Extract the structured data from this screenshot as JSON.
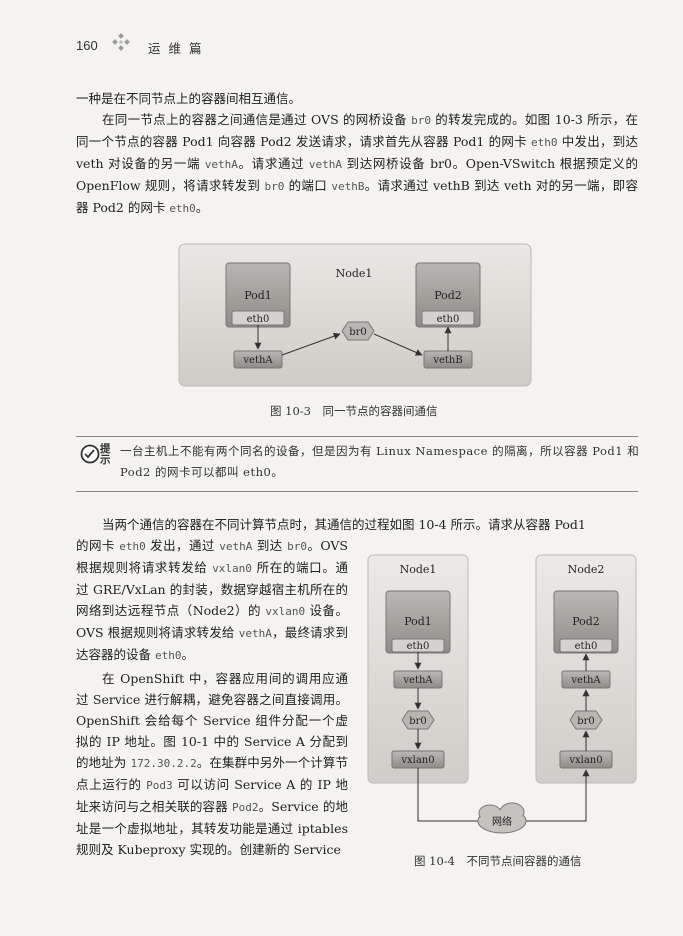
{
  "header": {
    "page_number": "160",
    "section": "运维篇"
  },
  "para1": "一种是在不同节点上的容器间相互通信。",
  "para2": {
    "t1": "在同一节点上的容器之间通信是通过 OVS 的网桥设备 ",
    "br0": "br0",
    "t2": " 的转发完成的。如图 10-3 所示，在同一个节点的容器 Pod1 向容器 Pod2 发送请求，请求首先从容器 Pod1 的网卡 ",
    "eth0": "eth0",
    "t3": " 中发出，到达 veth 对设备的另一端 ",
    "vethA": "vethA",
    "t4": "。请求通过 ",
    "vethA2": "vethA",
    "t5": " 到达网桥设备 br0。Open-VSwitch 根据预定义的 OpenFlow 规则，将请求转发到 ",
    "br0b": "br0",
    "t6": " 的端口 ",
    "vethB": "vethB",
    "t7": "。请求通过 vethB 到达 veth 对的另一端，即容器 Pod2 的网卡 ",
    "eth0b": "eth0",
    "t8": "。"
  },
  "fig3": {
    "node": "Node1",
    "pod1": "Pod1",
    "pod2": "Pod2",
    "eth0_left": "eth0",
    "eth0_right": "eth0",
    "bridge": "br0",
    "vethA": "vethA",
    "vethB": "vethB",
    "caption": "图 10-3　同一节点的容器间通信"
  },
  "tip": {
    "icon_label": "提示",
    "text": "一台主机上不能有两个同名的设备，但是因为有 Linux Namespace 的隔离，所以容器 Pod1 和 Pod2 的网卡可以都叫 eth0。"
  },
  "para3_lead": "当两个通信的容器在不同计算节点时，其通信的过程如图 10-4 所示。请求从容器 Pod1",
  "para3": {
    "t1": "的网卡 ",
    "eth0": "eth0",
    "t2": " 发出，通过 ",
    "vethA": "vethA",
    "t3": " 到达 ",
    "br0": "br0",
    "t4": "。OVS 根据规则将请求转发给 ",
    "vxlan0": "vxlan0",
    "t5": " 所在的端口。通过 GRE/VxLan 的封装，数据穿越宿主机所在的网络到达远程节点（Node2）的 ",
    "vxlan0b": "vxlan0",
    "t6": " 设备。OVS 根据规则将请求转发给 ",
    "vethA2": "vethA",
    "t7": "，最终请求到达容器的设备 ",
    "eth0b": "eth0",
    "t8": "。"
  },
  "para4": {
    "t1": "在 OpenShift 中，容器应用间的调用应通过 Service 进行解耦，避免容器之间直接调用。OpenShift 会给每个 Service 组件分配一个虚拟的 IP 地址。图 10-1 中的 Service A 分配到的地址为 ",
    "ip": "172.30.2.2",
    "t2": "。在集群中另外一个计算节点上运行的 ",
    "pod3": "Pod3",
    "t3": " 可以访问 Service A 的 IP 地址来访问与之相关联的容器 ",
    "pod2": "Pod2",
    "t4": "。Service 的地址是一个虚拟地址，其转发功能是通过 iptables 规则及 Kubeproxy 实现的。创建新的 Service"
  },
  "fig4": {
    "node1": "Node1",
    "node2": "Node2",
    "pod1": "Pod1",
    "pod2": "Pod2",
    "eth0_left": "eth0",
    "eth0_right": "eth0",
    "vethA_left": "vethA",
    "vethA_right": "vethA",
    "br0_left": "br0",
    "br0_right": "br0",
    "vxlan0_left": "vxlan0",
    "vxlan0_right": "vxlan0",
    "network": "网络",
    "caption": "图 10-4　不同节点间容器的通信"
  }
}
